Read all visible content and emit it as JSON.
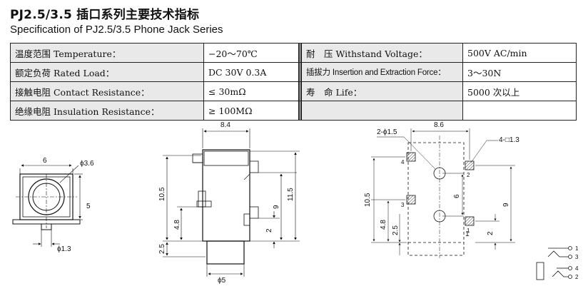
{
  "header": {
    "title": "PJ2.5/3.5 插口系列主要技术指标",
    "subtitle": "Specification of PJ2.5/3.5 Phone Jack Series"
  },
  "spec_table": {
    "rows": [
      {
        "label": "温度范围 Temperature：",
        "value": "−20～70℃",
        "label2": "耐　压 Withstand Voltage：",
        "value2": "500V AC/min"
      },
      {
        "label": "额定负荷 Rated Load：",
        "value": "DC 30V 0.3A",
        "label2": "插拔力 Insertion and Extraction Force：",
        "value2": "3～30N"
      },
      {
        "label": "接触电阻 Contact Resistance：",
        "value": "≤ 30mΩ",
        "label2": "寿　命 Life：",
        "value2": "5000 次以上"
      },
      {
        "label": "绝缘电阻 Insulation Resistance：",
        "value": "≥ 100MΩ",
        "label2": "",
        "value2": ""
      }
    ]
  },
  "drawing_front": {
    "width_dim": "6",
    "height_dim": "5",
    "hole_dim": "ϕ3.6",
    "pin_dim": "ϕ1.3"
  },
  "drawing_side": {
    "top_dim": "8.4",
    "dim_10_5": "10.5",
    "dim_4_8": "4.8",
    "dim_2_5": "2.5",
    "dim_9": "9",
    "dim_11_5": "11.5",
    "dim_2": "2",
    "dim_phi5": "ϕ5"
  },
  "drawing_pcb": {
    "top_dim": "8.6",
    "hole_label": "2-ϕ1.5",
    "pad_label": "4-□1.3",
    "dim_10_5": "10.5",
    "dim_4_8": "4.8",
    "dim_2_5": "2.5",
    "dim_6": "6",
    "dim_9": "9",
    "dim_1": "1",
    "dim_2": "2",
    "pin_numbers": [
      "4",
      "2",
      "3",
      "1"
    ]
  },
  "schematic": {
    "pins": [
      "1",
      "3",
      "4",
      "2"
    ]
  }
}
